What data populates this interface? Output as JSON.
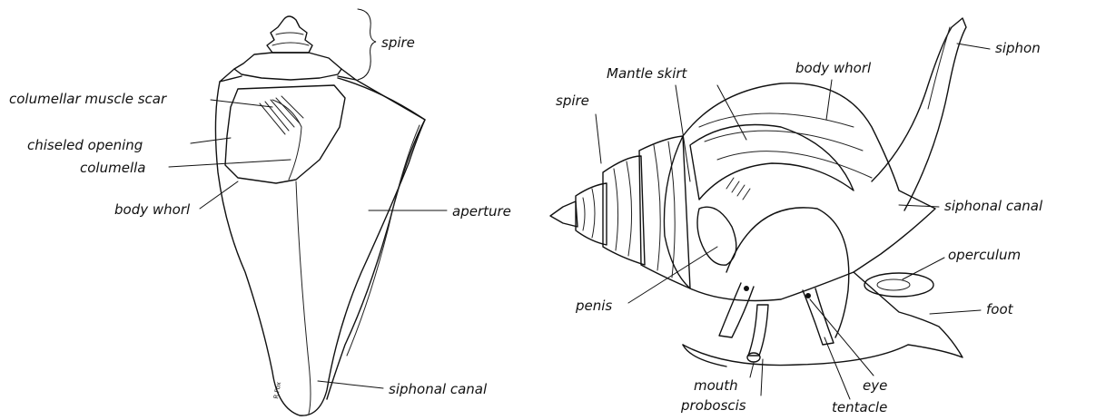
{
  "shell_labels": {
    "spire": "spire",
    "columellar_muscle_scar": "columellar muscle scar",
    "chiseled_opening": "chiseled opening",
    "columella": "columella",
    "body_whorl": "body whorl",
    "aperture": "aperture",
    "siphonal_canal": "siphonal canal",
    "artist_initials": "R.Fox"
  },
  "animal_labels": {
    "spire": "spire",
    "mantle_skirt": "Mantle skirt",
    "body_whorl": "body whorl",
    "siphon": "siphon",
    "siphonal_canal": "siphonal canal",
    "operculum": "operculum",
    "foot": "foot",
    "penis": "penis",
    "mouth": "mouth",
    "proboscis": "proboscis",
    "eye": "eye",
    "tentacle": "tentacle"
  }
}
